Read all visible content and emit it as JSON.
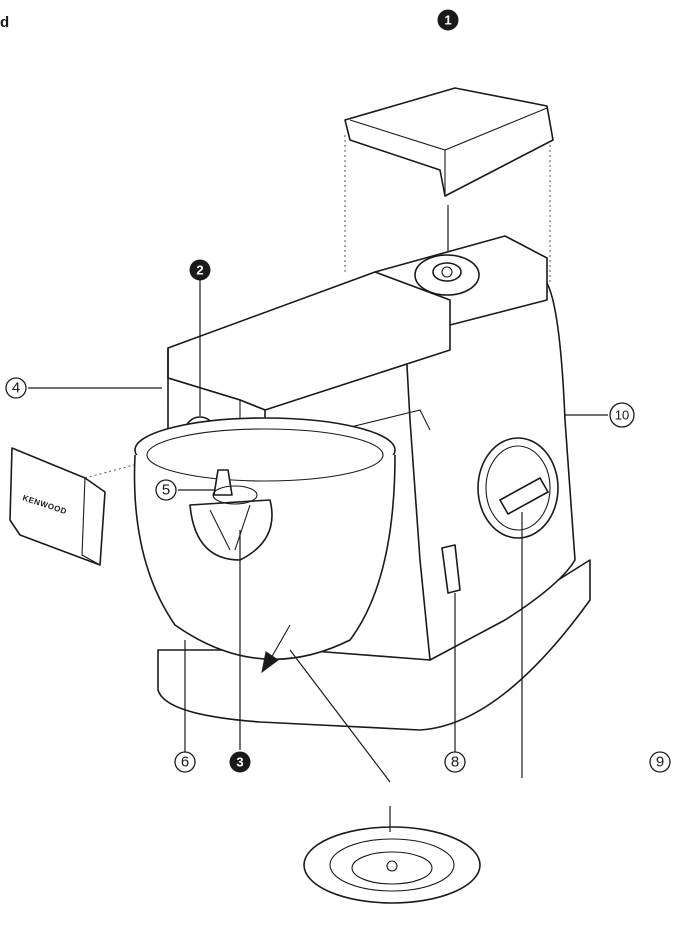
{
  "page_label": "d",
  "callouts": [
    {
      "id": "1",
      "label": "1",
      "style": "solid"
    },
    {
      "id": "2",
      "label": "2",
      "style": "solid"
    },
    {
      "id": "3",
      "label": "3",
      "style": "solid"
    },
    {
      "id": "4",
      "label": "4",
      "style": "outline"
    },
    {
      "id": "5",
      "label": "5",
      "style": "outline"
    },
    {
      "id": "6",
      "label": "6",
      "style": "outline"
    },
    {
      "id": "8",
      "label": "8",
      "style": "outline"
    },
    {
      "id": "9",
      "label": "9",
      "style": "outline"
    },
    {
      "id": "10",
      "label": "10",
      "style": "outline"
    }
  ],
  "cover_logo": "KENWOOD",
  "icons": {
    "mixer": "stand-mixer-icon",
    "splash_guard": "splash-guard-icon",
    "outlet_cover": "outlet-cover-icon",
    "bowl_base": "bowl-base-icon"
  }
}
